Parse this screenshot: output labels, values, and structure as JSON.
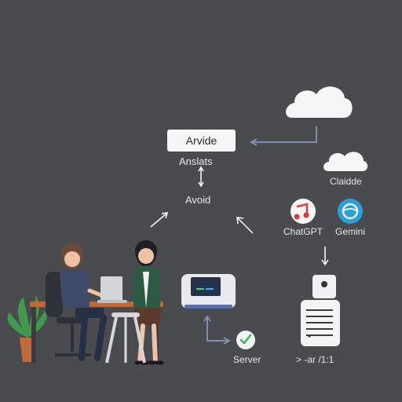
{
  "diagram": {
    "top_box_label": "Arvide",
    "label_under_box": "Anslats",
    "center_label": "Avoid",
    "cloud_small_label": "Claidde",
    "app_left_label": "ChatGPT",
    "app_right_label": "Gemini",
    "server_label": "Server",
    "server_code_label": "> -ar /1:1"
  },
  "icons": {
    "cloud_large": "cloud-icon",
    "cloud_small": "cloud-icon",
    "app_left": "music-note-icon",
    "app_right": "gemini-icon",
    "server_badge": "check-icon"
  },
  "colors": {
    "background": "#4a4b4f",
    "arrow": "#7f8fb0",
    "app_left_accent": "#e03a3a",
    "app_right_accent": "#2aa0d8",
    "server_badge_accent": "#2fbf4f"
  }
}
